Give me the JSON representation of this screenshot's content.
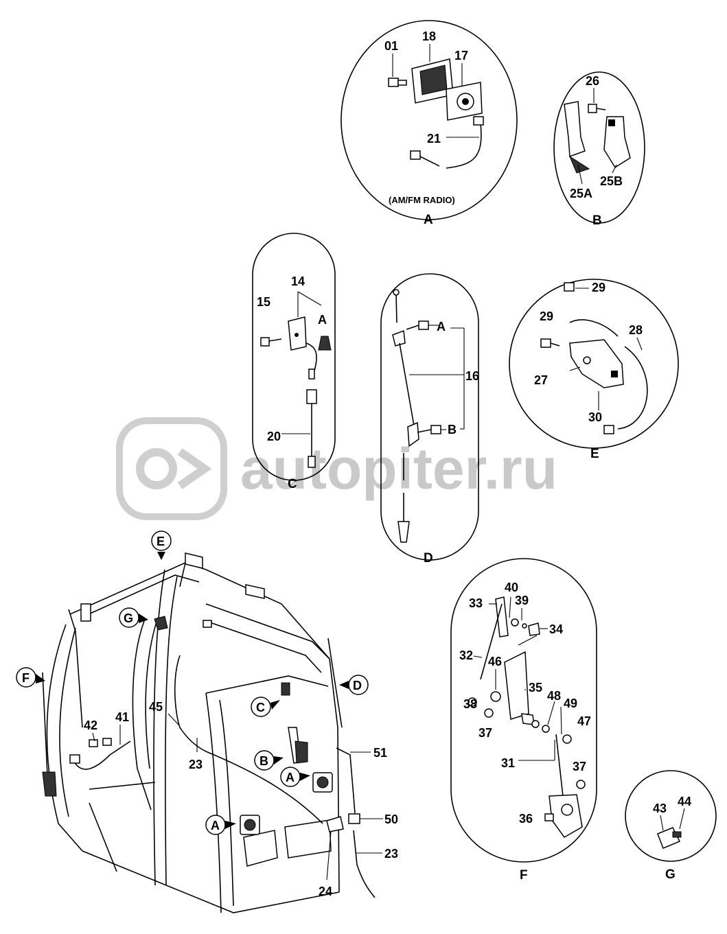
{
  "watermark": {
    "text": "autopiter.ru"
  },
  "details": {
    "A": {
      "letter": "A",
      "note": "(AM/FM RADIO)",
      "parts": [
        "01",
        "18",
        "17",
        "21"
      ]
    },
    "B": {
      "letter": "B",
      "parts": [
        "26",
        "25A",
        "25B"
      ]
    },
    "C": {
      "letter": "C",
      "parts": [
        "14",
        "15",
        "A",
        "20"
      ]
    },
    "D": {
      "letter": "D",
      "parts": [
        "A",
        "16",
        "B"
      ]
    },
    "E": {
      "letter": "E",
      "parts": [
        "29",
        "29",
        "28",
        "27",
        "30"
      ]
    },
    "F": {
      "letter": "F",
      "parts": [
        "40",
        "33",
        "39",
        "34",
        "32",
        "46",
        "35",
        "38",
        "48",
        "49",
        "47",
        "37",
        "31",
        "37",
        "36"
      ]
    },
    "G": {
      "letter": "G",
      "parts": [
        "43",
        "44"
      ]
    }
  },
  "cab": {
    "callouts": [
      "E",
      "G",
      "F",
      "D",
      "C",
      "B",
      "A",
      "A"
    ],
    "parts": [
      "42",
      "41",
      "45",
      "23",
      "51",
      "50",
      "23",
      "24"
    ]
  }
}
